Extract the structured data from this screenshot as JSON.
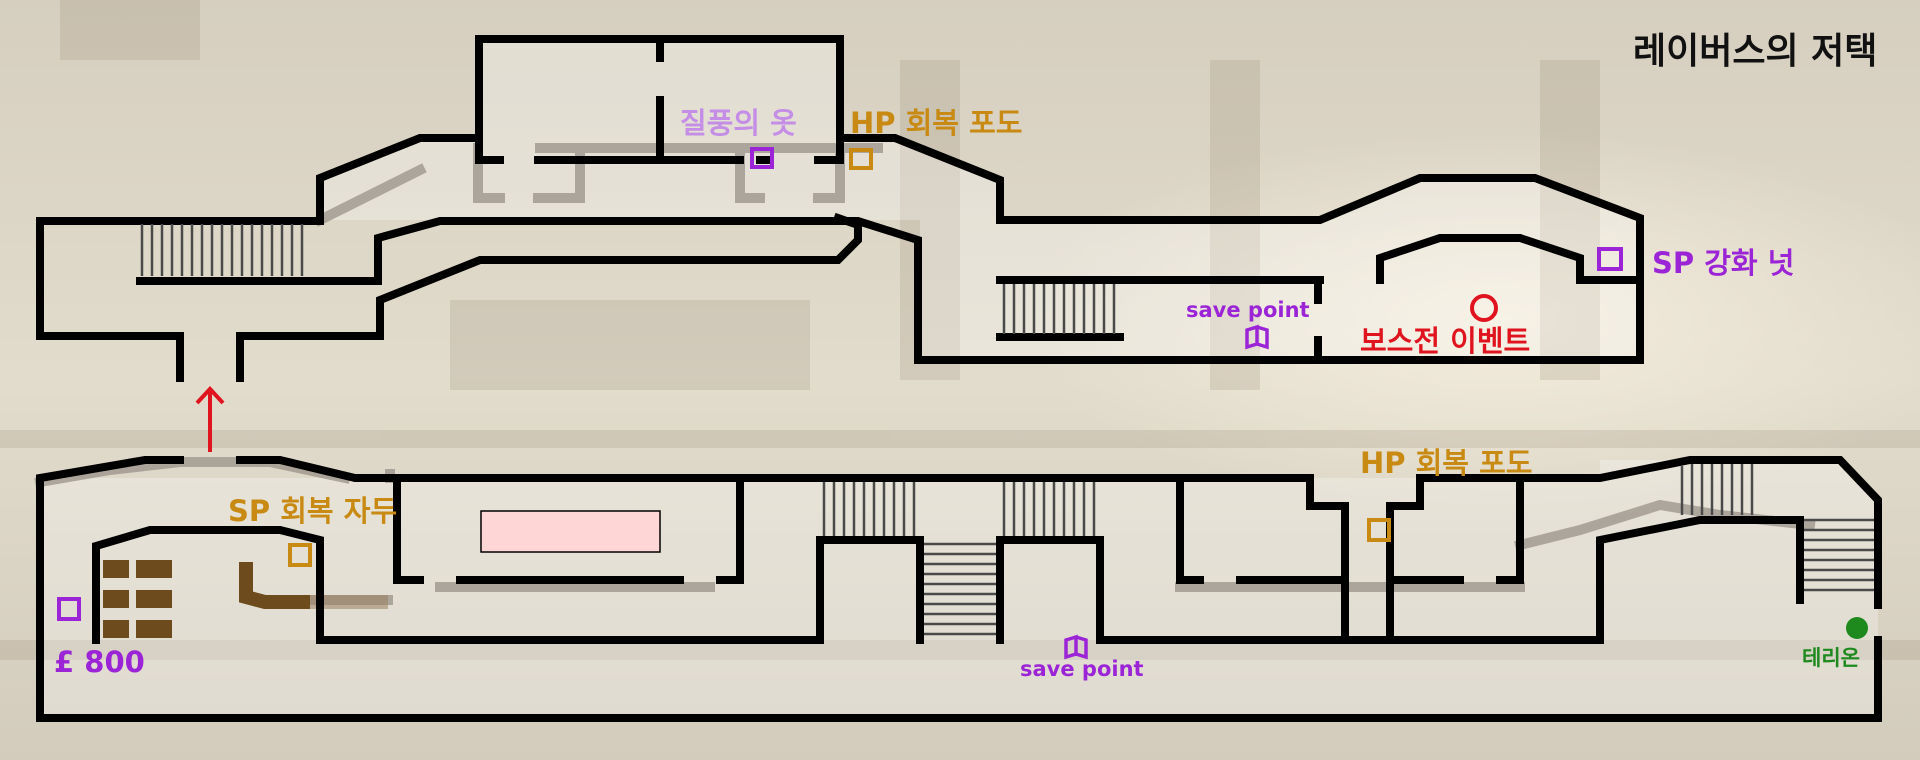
{
  "map": {
    "title": "레이버스의 저택",
    "colors": {
      "wall": "#000000",
      "background": "#d9d2c2",
      "ghost_wall": "#9a9288",
      "treasure_purple": "#9b24d6",
      "treasure_gold": "#c88a12",
      "clothes_label": "#c48ee6",
      "boss": "#e0141e",
      "npc": "#1e8a1e",
      "pink_box": "#ffd6d6",
      "crates": "#6e4b1c"
    },
    "labels": {
      "gale_clothes": "질풍의 옷",
      "hp_grape_top": "HP 회복 포도",
      "sp_boost_nut": "SP 강화 넛",
      "save_point_top": "save point",
      "boss_event": "보스전 이벤트",
      "hp_grape_bottom": "HP 회복 포도",
      "sp_plum": "SP 회복 자두",
      "money": "£ 800",
      "save_point_bottom": "save point",
      "terion": "테리온"
    },
    "icons": {
      "up_arrow": "arrow-up-icon",
      "save_point": "book-icon",
      "boss": "circle-marker-icon",
      "npc": "npc-dot-icon",
      "treasure": "treasure-chest-icon"
    }
  }
}
